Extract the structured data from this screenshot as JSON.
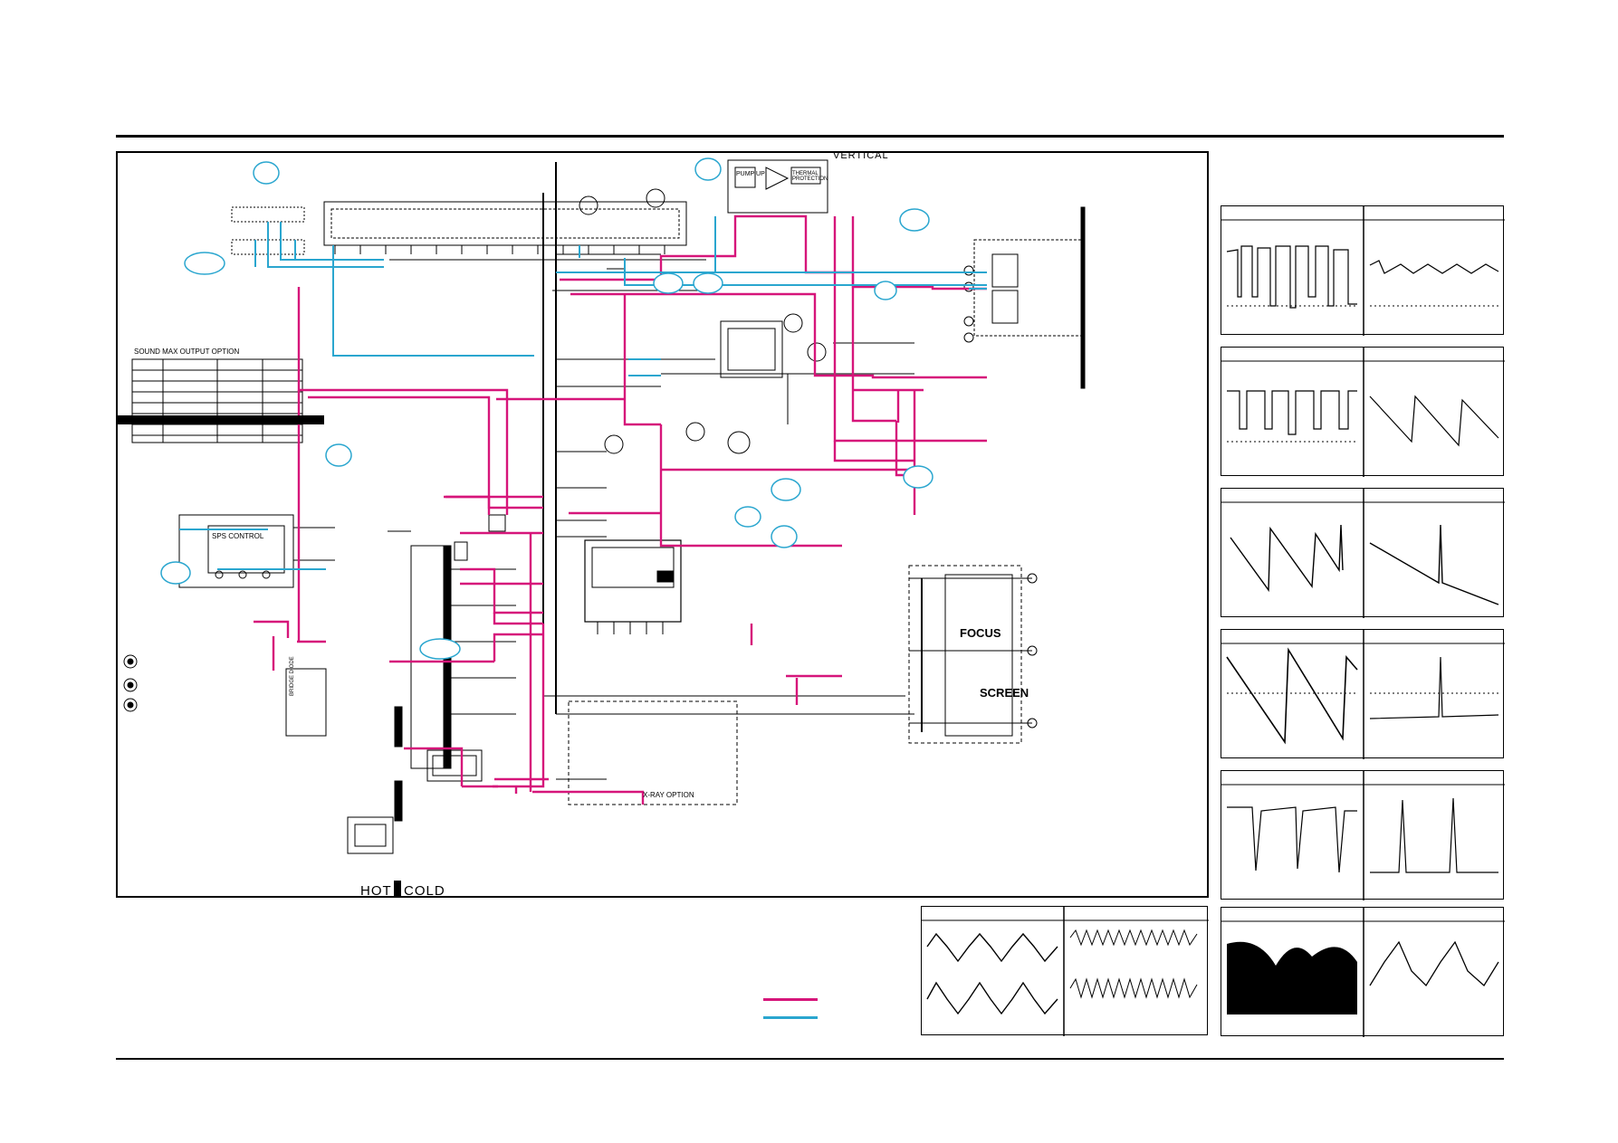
{
  "colors": {
    "accent_magenta": "#d6157a",
    "accent_blue": "#2aa6cf",
    "ink": "#000000",
    "background": "#ffffff"
  },
  "schematic": {
    "vertical_label": "VERTICAL",
    "focus_label": "FOCUS",
    "screen_label": "SCREEN",
    "hot_label": "HOT",
    "cold_label": "COLD",
    "sound_option_title": "SOUND MAX OUTPUT OPTION",
    "sps_control_label": "SPS CONTROL",
    "xray_option_label": "X-RAY OPTION",
    "thermal_protection_label": "THERMAL PROTECTION",
    "pump_up_label": "PUMP UP",
    "bridge_diode_label": "BRIDGE DIODE"
  },
  "waveform_panels": [
    {
      "id": 1,
      "type": "pulse"
    },
    {
      "id": 2,
      "type": "rounded-pulse"
    },
    {
      "id": 3,
      "type": "pulse-dashed"
    },
    {
      "id": 4,
      "type": "sawtooth"
    },
    {
      "id": 5,
      "type": "sawtooth-short"
    },
    {
      "id": 6,
      "type": "sawtooth-long"
    },
    {
      "id": 7,
      "type": "sawtooth-steep"
    },
    {
      "id": 8,
      "type": "spike-flat"
    },
    {
      "id": 9,
      "type": "negative-pulse"
    },
    {
      "id": 10,
      "type": "positive-spike"
    },
    {
      "id": 11,
      "type": "sine-pair"
    },
    {
      "id": 12,
      "type": "dense-sine-pair"
    },
    {
      "id": 13,
      "type": "dense-burst"
    },
    {
      "id": 14,
      "type": "arc-hump"
    }
  ]
}
